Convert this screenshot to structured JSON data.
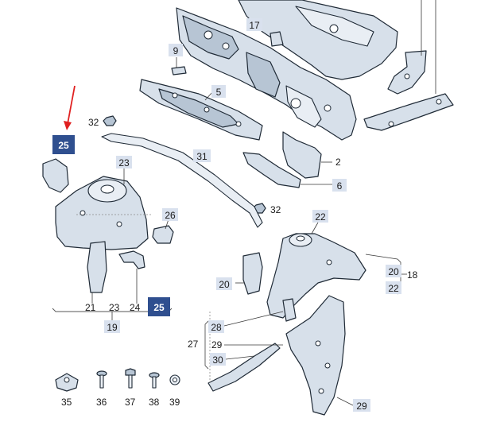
{
  "diagram": {
    "highlight_color": "#2f4f8f",
    "label_bg_color": "#d9e1ee",
    "arrow_color": "#e02020",
    "labels": {
      "l17": "17",
      "l9": "9",
      "l5": "5",
      "l32a": "32",
      "l25top": "25",
      "l23a": "23",
      "l31": "31",
      "l2": "2",
      "l6": "6",
      "l26": "26",
      "l32b": "32",
      "l22top": "22",
      "l20a": "20",
      "l18": "18",
      "l20b": "20",
      "l22b": "22",
      "l21": "21",
      "l23b": "23",
      "l24": "24",
      "l25bottom": "25",
      "l19": "19",
      "l28": "28",
      "l27": "27",
      "l29a": "29",
      "l30": "30",
      "l29b": "29",
      "l35": "35",
      "l36": "36",
      "l37": "37",
      "l38": "38",
      "l39": "39"
    }
  }
}
